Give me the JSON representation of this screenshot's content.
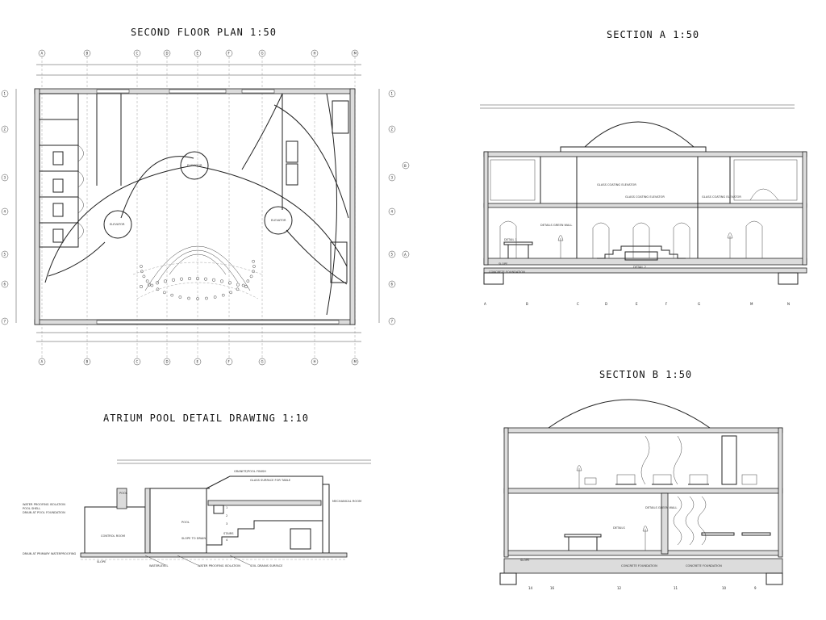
{
  "titles": {
    "floor_plan": "SECOND FLOOR PLAN 1:50",
    "section_a": "SECTION A 1:50",
    "pool_detail": "ATRIUM POOL DETAIL DRAWING 1:10",
    "section_b": "SECTION B 1:50"
  },
  "plan": {
    "grid_columns": [
      "A",
      "B",
      "C",
      "D",
      "E",
      "F",
      "G",
      "H",
      "M",
      "N"
    ],
    "grid_rows": [
      "1",
      "2",
      "3",
      "4",
      "5",
      "6",
      "7"
    ],
    "elevator_label": "ELEVATOR",
    "section_marks": [
      "B",
      "A"
    ]
  },
  "section_a": {
    "axis_labels": [
      "A",
      "B",
      "C",
      "D",
      "E",
      "F",
      "G",
      "M",
      "N"
    ],
    "labels": {
      "slope": "SLOPE",
      "foundation": "CONCRETE FOUNDATION",
      "glass_elevator_left": "GLASS COATING ELEVATOR",
      "glass_elevator_center": "GLASS COATING ELEVATOR",
      "glass_elevator_right": "GLASS COATING ELEVATOR",
      "green_wall": "DETAILS GREEN WALL",
      "detail": "DETAIL 1",
      "detail_2": "DETAIL 2"
    }
  },
  "pool": {
    "labels": {
      "granite": "GRANITE/POOL FINISH",
      "glass_table": "GLASS SURFACE FOR TABLE",
      "pool_top": "POOL",
      "pool_center": "POOL",
      "control_room": "CONTROL ROOM",
      "slope_drain": "SLOPE TO DRAIN",
      "stairs": "STAIRS",
      "waterproofing": "WATER PROOFING ISOLATION",
      "pool_shell": "POOL SHELL",
      "drain_foundation": "DRAIN AT POOL FOUNDATION",
      "drain_primary": "DRAIN AT PRIMARY WATERPROOFING",
      "slope": "SLOPE",
      "waterlevel": "WATERLEVEL",
      "soil_drain": "SOIL DRAINS SURFACE",
      "mech": "MECHANICAL ROOM"
    },
    "stair_numbers": [
      "1",
      "2",
      "3",
      "4"
    ]
  },
  "section_b": {
    "axis_labels": [
      "14",
      "16",
      "12",
      "11",
      "10",
      "9"
    ],
    "labels": {
      "slope": "SLOPE",
      "foundation": "CONCRETE FOUNDATION",
      "foundation_2": "CONCRETE FOUNDATION",
      "details": "DETAILS",
      "green_wall": "DETAILS GREEN WALL"
    }
  }
}
